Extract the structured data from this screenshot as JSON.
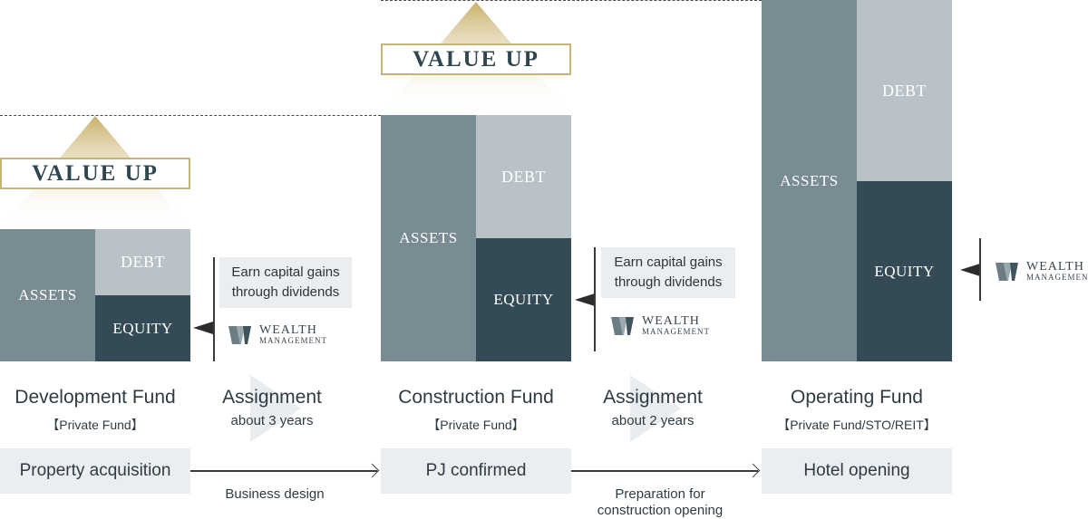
{
  "value_up_label": "VALUE UP",
  "blocks": {
    "assets_label": "ASSETS",
    "debt_label": "DEBT",
    "equity_label": "EQUITY"
  },
  "callout_text_line1": "Earn capital gains",
  "callout_text_line2": "through dividends",
  "logo": {
    "line1": "WEALTH",
    "line2": "MANAGEMENT"
  },
  "funds": [
    {
      "title": "Development Fund",
      "subtitle": "【Private Fund】",
      "stage": "Property acquisition"
    },
    {
      "title": "Construction Fund",
      "subtitle": "【Private Fund】",
      "stage": "PJ confirmed"
    },
    {
      "title": "Operating Fund",
      "subtitle": "【Private Fund/STO/REIT】",
      "stage": "Hotel opening"
    }
  ],
  "assignments": [
    {
      "title": "Assignment",
      "duration": "about 3 years",
      "step_line1": "Business design",
      "step_line2": ""
    },
    {
      "title": "Assignment",
      "duration": "about 2 years",
      "step_line1": "Preparation for",
      "step_line2": "construction opening"
    }
  ],
  "colors": {
    "assets": "#798b93",
    "debt": "#b9c2c7",
    "equity": "#344a54",
    "gold": "#c7b27a",
    "panel": "#ebeef1"
  }
}
